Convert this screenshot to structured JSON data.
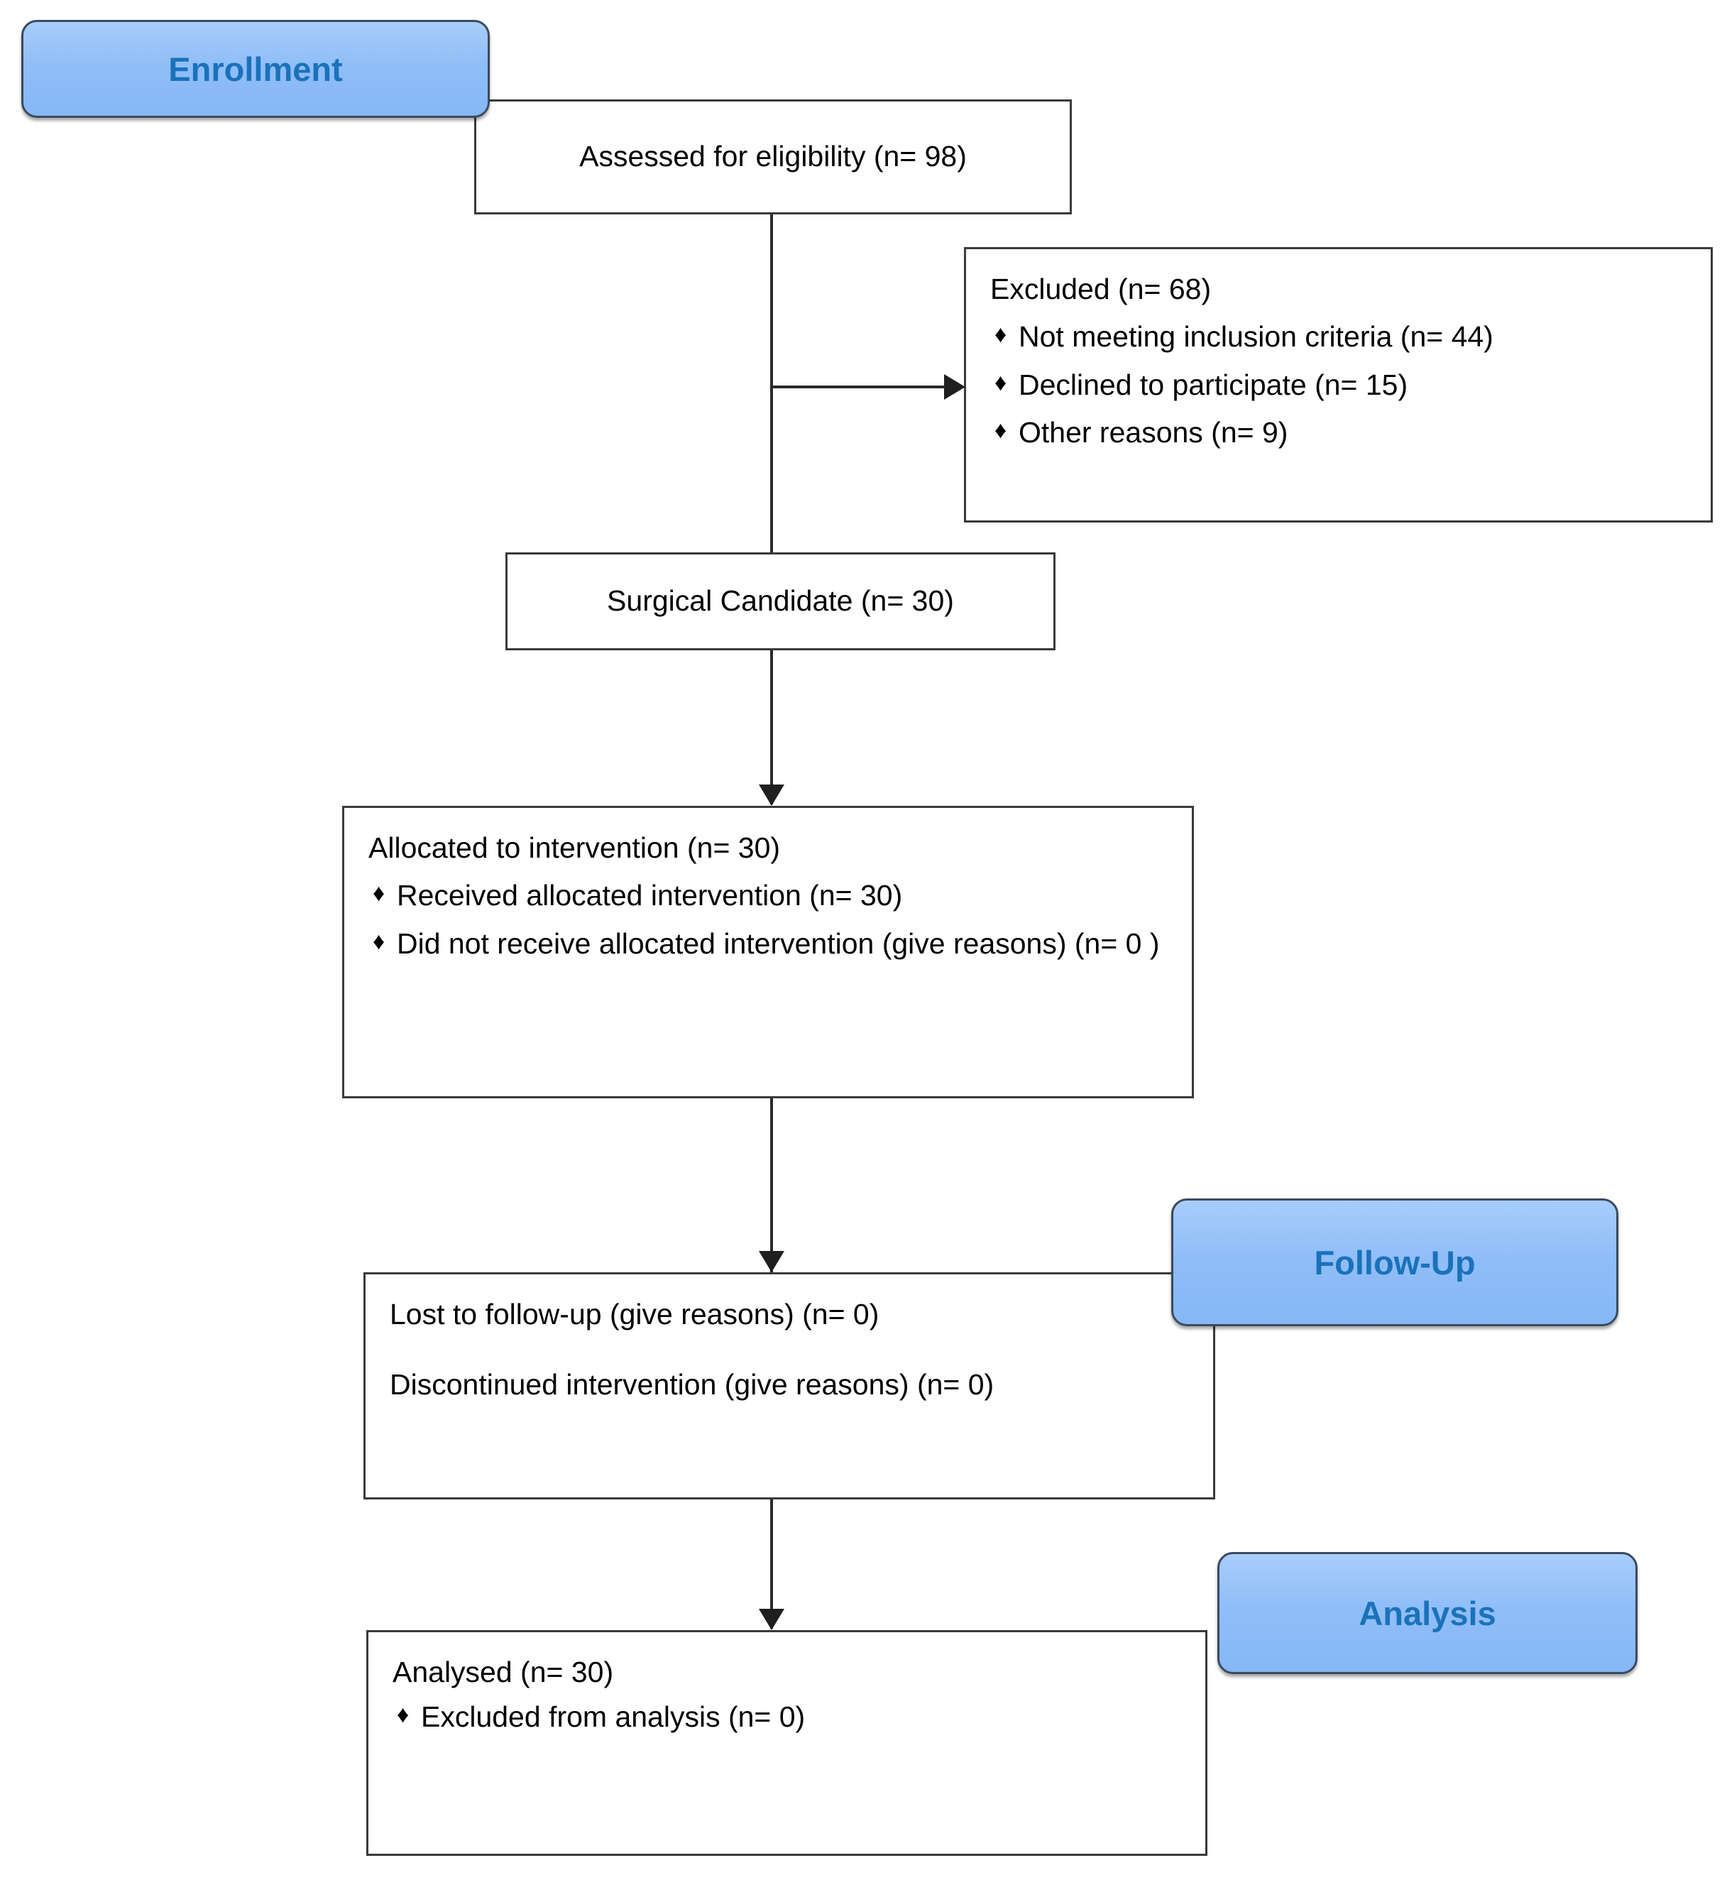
{
  "diagram": {
    "type": "consort-flow-diagram",
    "bullet_glyph": "♦",
    "accent_color": "#8fbdf7",
    "accent_text_color": "#1a72ba",
    "line_color": "#2a2a2a"
  },
  "stages": {
    "enrollment": "Enrollment",
    "follow_up": "Follow-Up",
    "analysis": "Analysis"
  },
  "nodes": {
    "assessed": {
      "text": "Assessed for eligibility (n= 98)",
      "n": 98
    },
    "excluded": {
      "title": "Excluded (n= 68)",
      "n": 68,
      "reasons": [
        {
          "label": "Not meeting inclusion criteria (n= 44)",
          "n": 44
        },
        {
          "label": "Declined to participate (n= 15)",
          "n": 15
        },
        {
          "label": "Other reasons (n= 9)",
          "n": 9
        }
      ]
    },
    "surgical_candidate": {
      "text": "Surgical Candidate (n= 30)",
      "n": 30
    },
    "allocated": {
      "title": "Allocated to intervention (n= 30)",
      "n": 30,
      "items": [
        {
          "label": "Received allocated intervention (n= 30)",
          "n": 30
        },
        {
          "label": "Did not receive allocated intervention (give reasons) (n= 0 )",
          "n": 0
        }
      ]
    },
    "followup": {
      "line1": "Lost to follow-up (give reasons) (n= 0)",
      "line2": "Discontinued intervention (give reasons) (n= 0)",
      "lost_n": 0,
      "discontinued_n": 0
    },
    "analysed": {
      "title": "Analysed (n= 30)",
      "n": 30,
      "items": [
        {
          "label": "Excluded from analysis (n= 0)",
          "n": 0
        }
      ]
    }
  }
}
